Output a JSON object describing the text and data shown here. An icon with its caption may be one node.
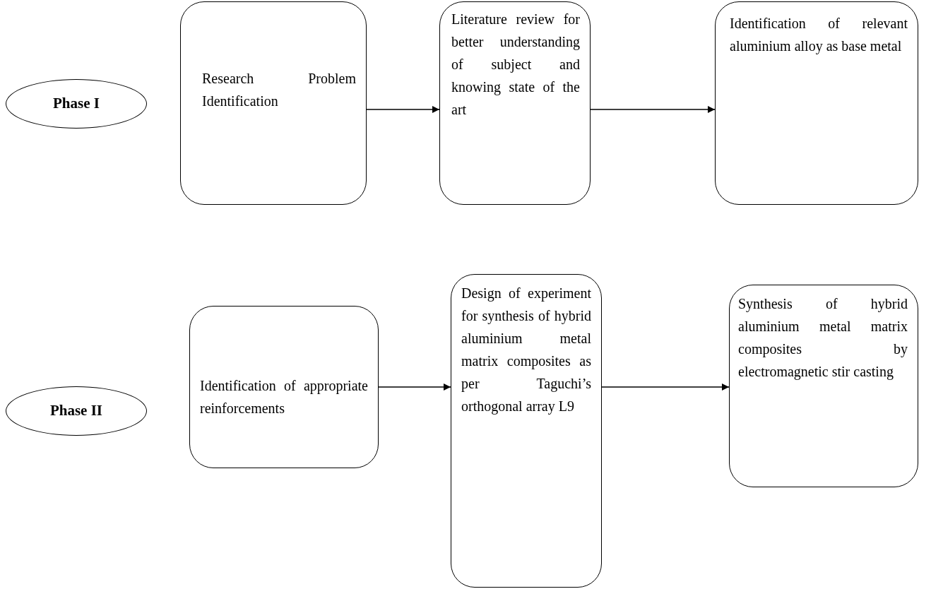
{
  "diagram": {
    "nodes": [
      {
        "text": [
          "Phase I"
        ]
      },
      {
        "text": [
          "Research Problem Identification"
        ]
      },
      {
        "text": [
          "Literature review for better understanding of subject and knowing state of the art"
        ]
      },
      {
        "text": [
          "Identification of relevant aluminium alloy as base metal"
        ]
      },
      {
        "text": [
          "Phase II"
        ]
      },
      {
        "text": [
          "Identification of appropriate reinforcements"
        ]
      },
      {
        "text": [
          "Design of experiment for synthesis of hybrid aluminium metal matrix composites as per Taguchi’s orthogonal array L9"
        ]
      },
      {
        "text": [
          "Synthesis of hybrid aluminium metal matrix composites by electromagnetic stir casting"
        ]
      }
    ],
    "edges": [
      {
        "from": 1,
        "to": 2,
        "arrow": "to"
      },
      {
        "from": 2,
        "to": 3,
        "arrow": "to"
      },
      {
        "from": 5,
        "to": 6,
        "arrow": "to"
      },
      {
        "from": 6,
        "to": 7,
        "arrow": "to"
      }
    ]
  }
}
